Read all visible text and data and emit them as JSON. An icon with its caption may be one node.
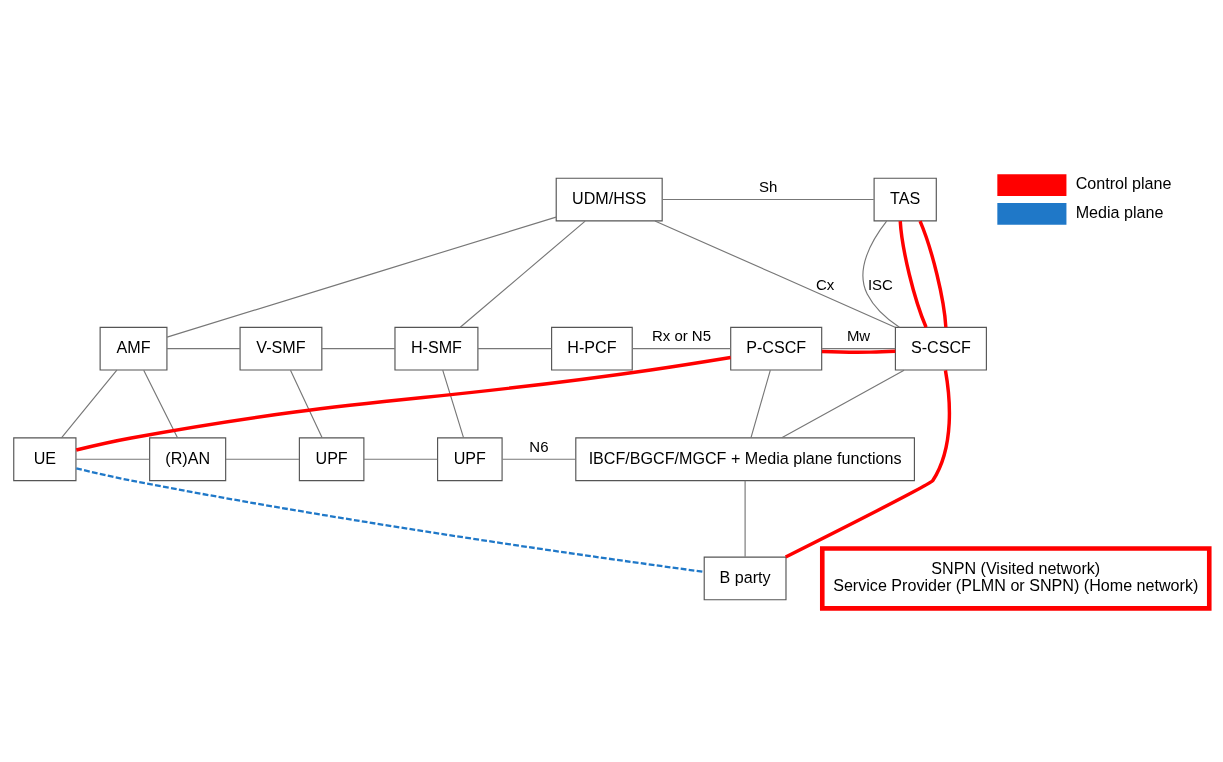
{
  "diagram": {
    "nodes": [
      {
        "text": [
          "UDM/HSS"
        ]
      },
      {
        "text": [
          "TAS"
        ]
      },
      {
        "text": [
          "AMF"
        ]
      },
      {
        "text": [
          "V-SMF"
        ]
      },
      {
        "text": [
          "H-SMF"
        ]
      },
      {
        "text": [
          "H-PCF"
        ]
      },
      {
        "text": [
          "P-CSCF"
        ]
      },
      {
        "text": [
          "S-CSCF"
        ]
      },
      {
        "text": [
          "UE"
        ]
      },
      {
        "text": [
          "(R)AN"
        ]
      },
      {
        "text": [
          "UPF"
        ]
      },
      {
        "text": [
          "UPF"
        ]
      },
      {
        "text": [
          "IBCF/BGCF/MGCF + Media plane functions"
        ]
      },
      {
        "text": [
          "B party"
        ]
      },
      {
        "text": [
          "SNPN (Visited network)",
          "Service Provider (PLMN or SNPN) (Home network)"
        ]
      }
    ],
    "edges": [
      {
        "from": 0,
        "to": 1,
        "arrow": "none",
        "label": "Sh"
      },
      {
        "from": 0,
        "to": 7,
        "arrow": "none",
        "label": "Cx"
      },
      {
        "from": 0,
        "to": 2,
        "arrow": "none"
      },
      {
        "from": 0,
        "to": 4,
        "arrow": "none"
      },
      {
        "from": 1,
        "to": 7,
        "arrow": "none",
        "label": "ISC"
      },
      {
        "from": 2,
        "to": 3,
        "arrow": "none"
      },
      {
        "from": 3,
        "to": 4,
        "arrow": "none"
      },
      {
        "from": 4,
        "to": 5,
        "arrow": "none"
      },
      {
        "from": 5,
        "to": 6,
        "arrow": "none",
        "label": "Rx or N5"
      },
      {
        "from": 6,
        "to": 7,
        "arrow": "none",
        "label": "Mw"
      },
      {
        "from": 7,
        "to": 12,
        "arrow": "none"
      },
      {
        "from": 2,
        "to": 8,
        "arrow": "none"
      },
      {
        "from": 2,
        "to": 9,
        "arrow": "none"
      },
      {
        "from": 8,
        "to": 9,
        "arrow": "none"
      },
      {
        "from": 9,
        "to": 10,
        "arrow": "none"
      },
      {
        "from": 3,
        "to": 10,
        "arrow": "none"
      },
      {
        "from": 10,
        "to": 11,
        "arrow": "none"
      },
      {
        "from": 4,
        "to": 11,
        "arrow": "none"
      },
      {
        "from": 11,
        "to": 12,
        "arrow": "none",
        "label": "N6"
      },
      {
        "from": 6,
        "to": 12,
        "arrow": "none"
      },
      {
        "from": 12,
        "to": 13,
        "arrow": "none"
      },
      {
        "from": 8,
        "to": 6,
        "arrow": "none",
        "style": "thick",
        "color": "#ff0000"
      },
      {
        "from": 6,
        "to": 7,
        "arrow": "none",
        "style": "thick",
        "color": "#ff0000"
      },
      {
        "from": 7,
        "to": 1,
        "arrow": "none",
        "style": "thick",
        "color": "#ff0000"
      },
      {
        "from": 1,
        "to": 7,
        "arrow": "none",
        "style": "thick",
        "color": "#ff0000"
      },
      {
        "from": 7,
        "to": 13,
        "arrow": "none",
        "style": "thick",
        "color": "#ff0000"
      },
      {
        "from": 8,
        "to": 13,
        "arrow": "none",
        "style": "dashed",
        "color": "#1f78c8"
      }
    ],
    "legend": [
      {
        "text": "Control plane"
      },
      {
        "text": "Media plane"
      }
    ]
  }
}
